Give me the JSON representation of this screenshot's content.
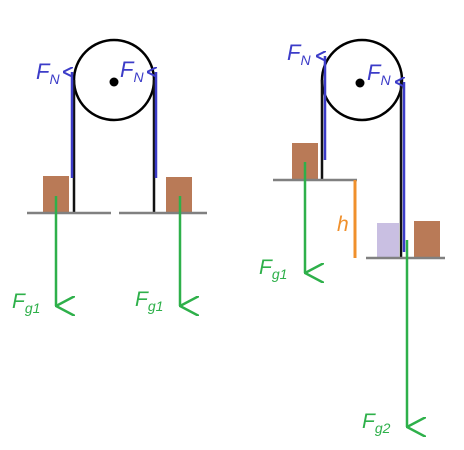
{
  "colors": {
    "normal_force": "#3c3cc8",
    "gravity": "#2eb04a",
    "height": "#f0902c",
    "block_brown": "#b97a57",
    "block_light": "#c9bfe2",
    "rope": "#111111",
    "platform": "#808080",
    "pulley": "#000000"
  },
  "left_setup": {
    "fn_left": {
      "main": "F",
      "sub": "N"
    },
    "fn_right": {
      "main": "F",
      "sub": "N"
    },
    "fg_left": {
      "main": "F",
      "sub": "g1"
    },
    "fg_right": {
      "main": "F",
      "sub": "g1"
    }
  },
  "right_setup": {
    "fn_left": {
      "main": "F",
      "sub": "N"
    },
    "fn_right": {
      "main": "F",
      "sub": "N"
    },
    "height_label": "h",
    "fg_left": {
      "main": "F",
      "sub": "g1"
    },
    "fg_right": {
      "main": "F",
      "sub": "g2"
    }
  }
}
